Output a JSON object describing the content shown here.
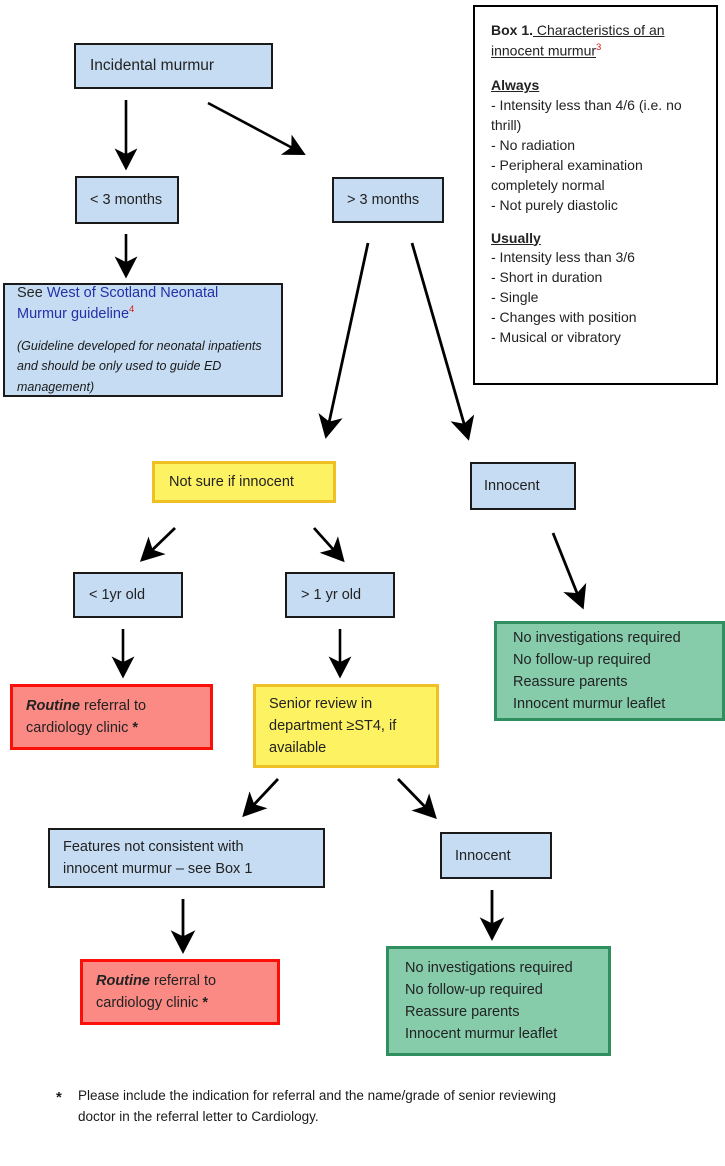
{
  "title": "Incidental murmur management flowchart",
  "colors": {
    "blue_fill": "#c6dcf3",
    "blue_border": "#1a1a1a",
    "yellow_fill": "#fdf262",
    "yellow_border": "#f0bf23",
    "red_fill": "#fb8a84",
    "red_border": "#fa0f09",
    "green_fill": "#86ccab",
    "green_border": "#2f8f5f",
    "link_blue": "#2430a8",
    "superscript_red": "#d81b16",
    "arrow": "#000000"
  },
  "nodes": {
    "incidental": {
      "label": "Incidental murmur"
    },
    "lt3months": {
      "label": "< 3 months"
    },
    "gt3months": {
      "label": "> 3 months"
    },
    "west_of_scotland": {
      "see": "See ",
      "link_line1": "West of Scotland Neonatal",
      "link_line2": "Murmur guideline",
      "superscript": "4",
      "note_line1": "(Guideline developed for neonatal inpatients",
      "note_line2": "and should be only used to guide ED",
      "note_line3": "management)"
    },
    "not_sure": {
      "label": "Not sure if innocent"
    },
    "innocent_top": {
      "label": "Innocent"
    },
    "lt1yr": {
      "label": "< 1yr old"
    },
    "gt1yr": {
      "label": "> 1 yr old"
    },
    "routine_left": {
      "emphasis": "Routine",
      "rest": " referral to",
      "line2": "cardiology clinic ",
      "star": "*"
    },
    "senior_review": {
      "line1": "Senior review in",
      "line2": "department ≥ST4, if",
      "line3": "available"
    },
    "green_right_top": {
      "line1": "No investigations required",
      "line2": "No follow-up required",
      "line3": "Reassure parents",
      "line4": "Innocent murmur leaflet"
    },
    "features_not_consistent": {
      "line1": "Features not consistent with",
      "line2": "innocent murmur – see Box 1"
    },
    "innocent_bottom": {
      "label": "Innocent"
    },
    "routine_bottom": {
      "emphasis": "Routine",
      "rest": " referral to",
      "line2": "cardiology clinic ",
      "star": "*"
    },
    "green_bottom": {
      "line1": "No investigations required",
      "line2": "No follow-up required",
      "line3": "Reassure parents",
      "line4": "Innocent murmur leaflet"
    }
  },
  "box1": {
    "title_lead": "Box 1.",
    "title_rest": " Characteristics of an",
    "title_line2": "innocent murmur",
    "title_superscript": "3",
    "always_heading": "Always",
    "always_items": [
      "- Intensity less than 4/6 (i.e. no",
      "thrill)",
      "- No radiation",
      "- Peripheral examination",
      "completely normal",
      "- Not purely diastolic"
    ],
    "usually_heading": "Usually",
    "usually_items": [
      "- Intensity less than 3/6",
      "- Short in duration",
      "- Single",
      "- Changes with position",
      "- Musical or vibratory"
    ]
  },
  "footnote": {
    "star": "*",
    "line1": "Please include the indication for referral and the name/grade of senior reviewing",
    "line2": "doctor in the referral letter to Cardiology."
  }
}
